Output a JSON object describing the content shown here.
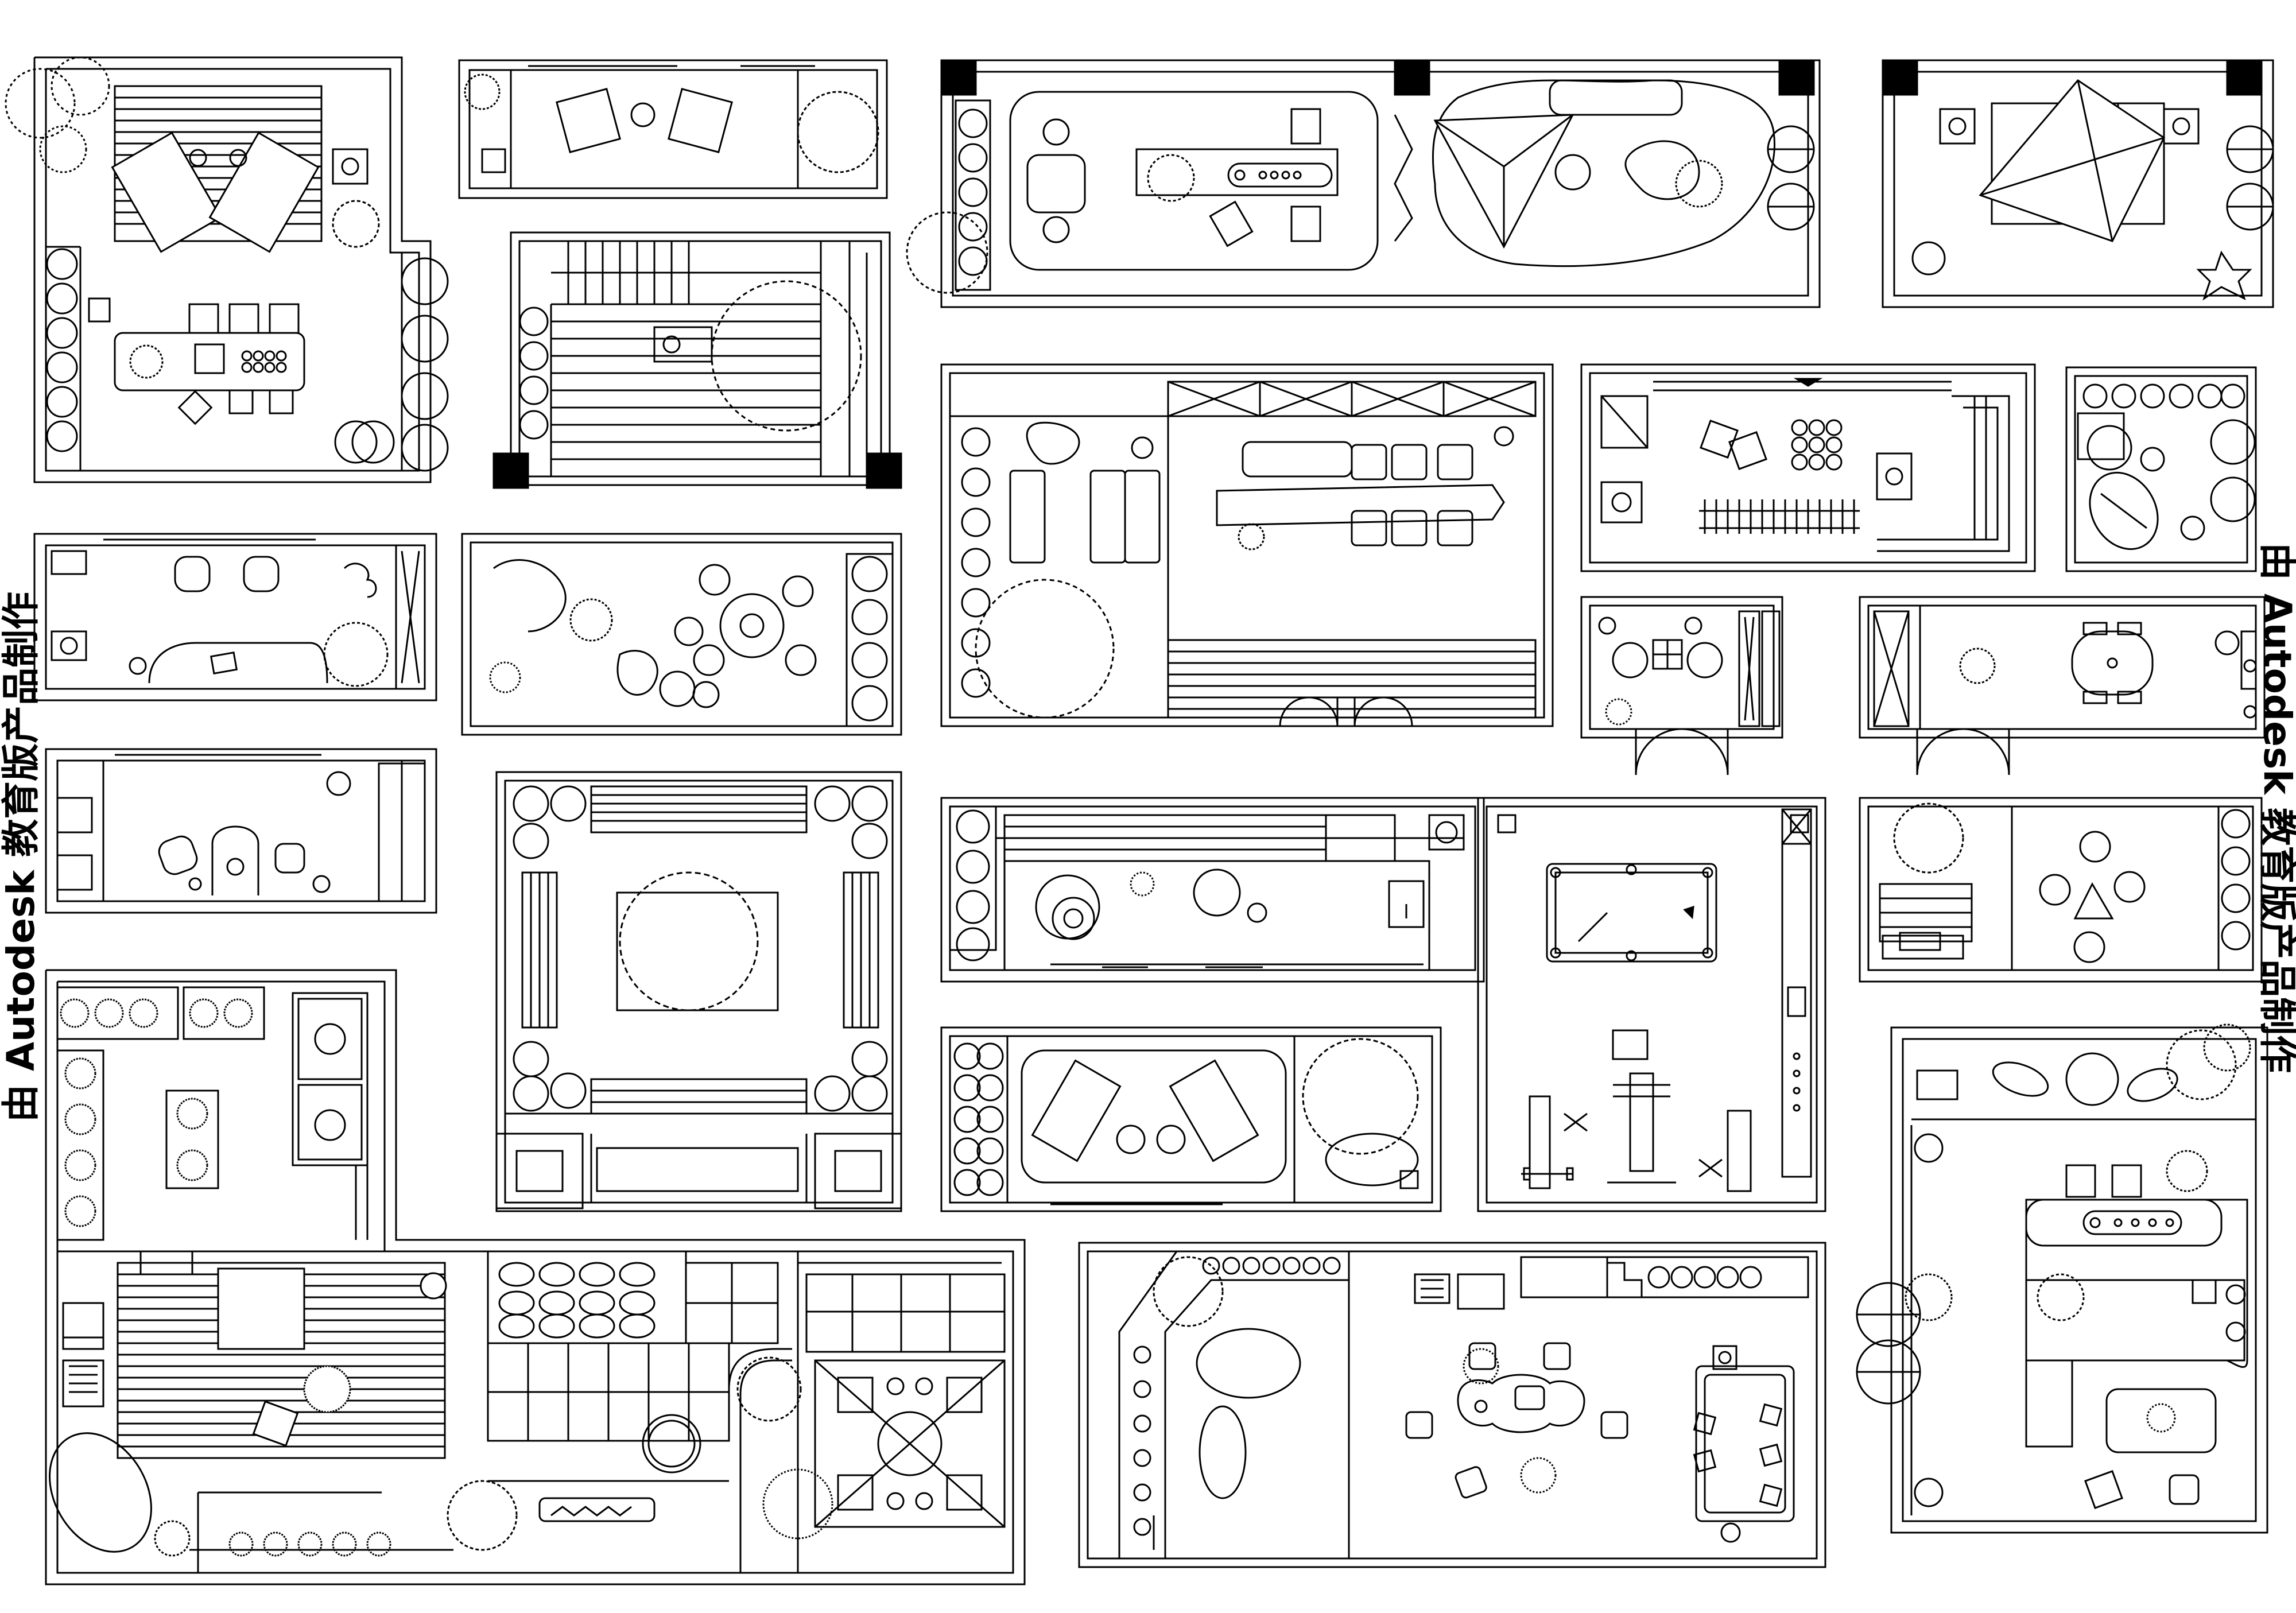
{
  "drawing": {
    "background": "#ffffff",
    "line_color": "#000000"
  },
  "watermark": {
    "left_text": "由 Autodesk 教育版产品制作",
    "right_text": "由 Autodesk 教育版产品制作"
  },
  "plans": [
    {
      "id": "courtyard-lounge"
    },
    {
      "id": "balcony-sofa"
    },
    {
      "id": "terrace-stair"
    },
    {
      "id": "rooftop-dining"
    },
    {
      "id": "playground"
    },
    {
      "id": "tensile-canopy"
    },
    {
      "id": "bar-terrace"
    },
    {
      "id": "kitchen-garden"
    },
    {
      "id": "small-garden"
    },
    {
      "id": "balcony-chairs"
    },
    {
      "id": "pebble-garden"
    },
    {
      "id": "balcony-desk"
    },
    {
      "id": "game-room"
    },
    {
      "id": "dining-balcony"
    },
    {
      "id": "tree-court"
    },
    {
      "id": "deck-lounge"
    },
    {
      "id": "billiard-gym"
    },
    {
      "id": "round-table"
    },
    {
      "id": "sunbed-pool"
    },
    {
      "id": "garden-house"
    },
    {
      "id": "tea-garden"
    },
    {
      "id": "bbq-terrace"
    }
  ]
}
